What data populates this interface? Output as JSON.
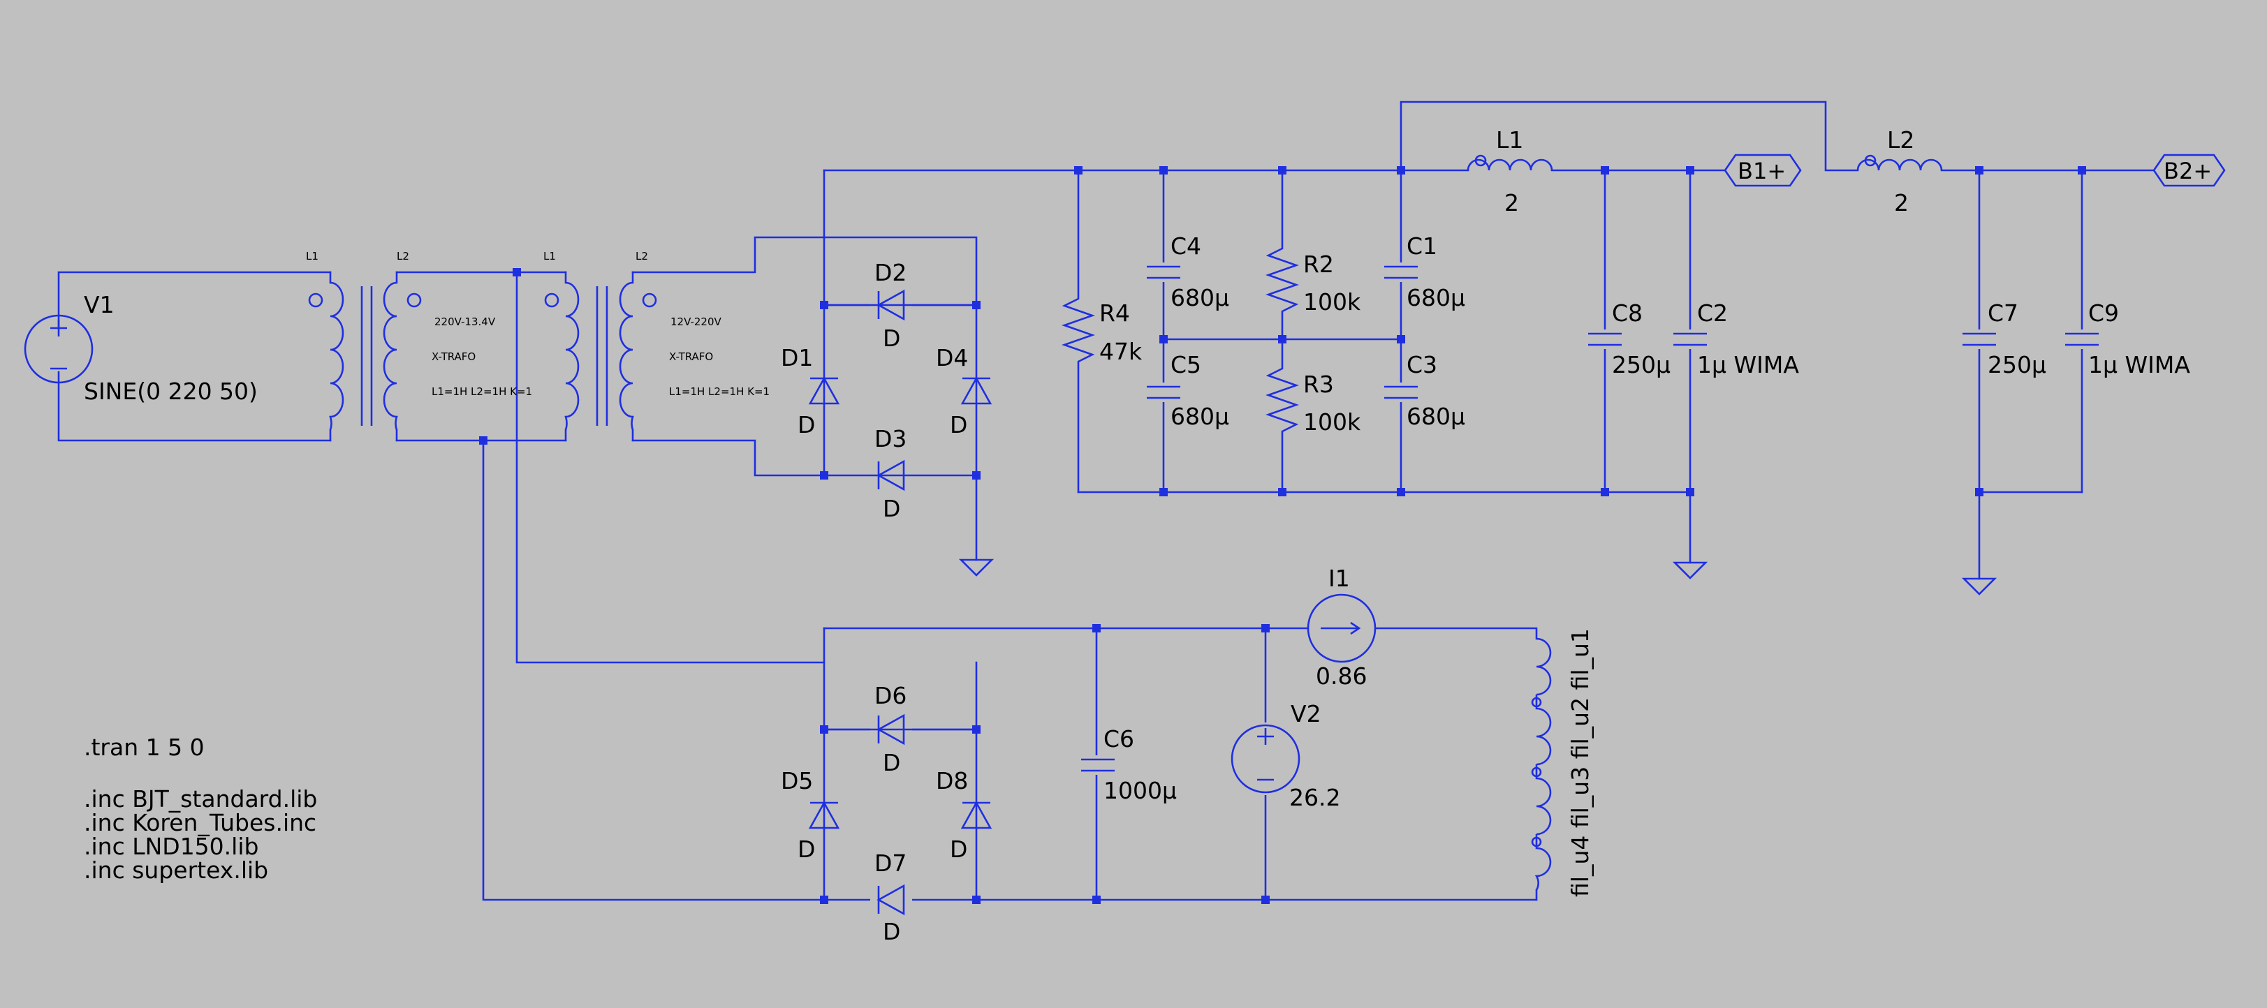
{
  "colors": {
    "background": "#c0c0c0",
    "wire": "#1f2fe0",
    "text": "#000000"
  },
  "components": {
    "V1": {
      "name": "V1",
      "value": "SINE(0 220 50)"
    },
    "T1": {
      "l1": "L1",
      "l2": "L2",
      "ratio": "220V-13.4V",
      "type": "X-TRAFO",
      "params": "L1=1H L2=1H  K=1"
    },
    "T2": {
      "l1": "L1",
      "l2": "L2",
      "ratio": "12V-220V",
      "type": "X-TRAFO",
      "params": "L1=1H L2=1H  K=1"
    },
    "D1": {
      "name": "D1",
      "model": "D"
    },
    "D2": {
      "name": "D2",
      "model": "D"
    },
    "D3": {
      "name": "D3",
      "model": "D"
    },
    "D4": {
      "name": "D4",
      "model": "D"
    },
    "D5": {
      "name": "D5",
      "model": "D"
    },
    "D6": {
      "name": "D6",
      "model": "D"
    },
    "D7": {
      "name": "D7",
      "model": "D"
    },
    "D8": {
      "name": "D8",
      "model": "D"
    },
    "R4": {
      "name": "R4",
      "value": "47k"
    },
    "R2": {
      "name": "R2",
      "value": "100k"
    },
    "R3": {
      "name": "R3",
      "value": "100k"
    },
    "C4": {
      "name": "C4",
      "value": "680μ"
    },
    "C5": {
      "name": "C5",
      "value": "680μ"
    },
    "C1": {
      "name": "C1",
      "value": "680μ"
    },
    "C3": {
      "name": "C3",
      "value": "680μ"
    },
    "C8": {
      "name": "C8",
      "value": "250μ"
    },
    "C2": {
      "name": "C2",
      "value": "1μ WIMA"
    },
    "C7": {
      "name": "C7",
      "value": "250μ"
    },
    "C9": {
      "name": "C9",
      "value": "1μ WIMA"
    },
    "C6": {
      "name": "C6",
      "value": "1000μ"
    },
    "L1": {
      "name": "L1",
      "value": "2"
    },
    "L2": {
      "name": "L2",
      "value": "2"
    },
    "I1": {
      "name": "I1",
      "value": "0.86"
    },
    "V2": {
      "name": "V2",
      "value": "26.2"
    },
    "filaments": {
      "label": "fil_u4 fil_u3 fil_u2 fil_u1"
    }
  },
  "flags": {
    "b1": "B1+",
    "b2": "B2+"
  },
  "directives": {
    "tran": ".tran 1 5 0",
    "inc": [
      ".inc BJT_standard.lib",
      ".inc Koren_Tubes.inc",
      ".inc LND150.lib",
      ".inc supertex.lib"
    ]
  }
}
